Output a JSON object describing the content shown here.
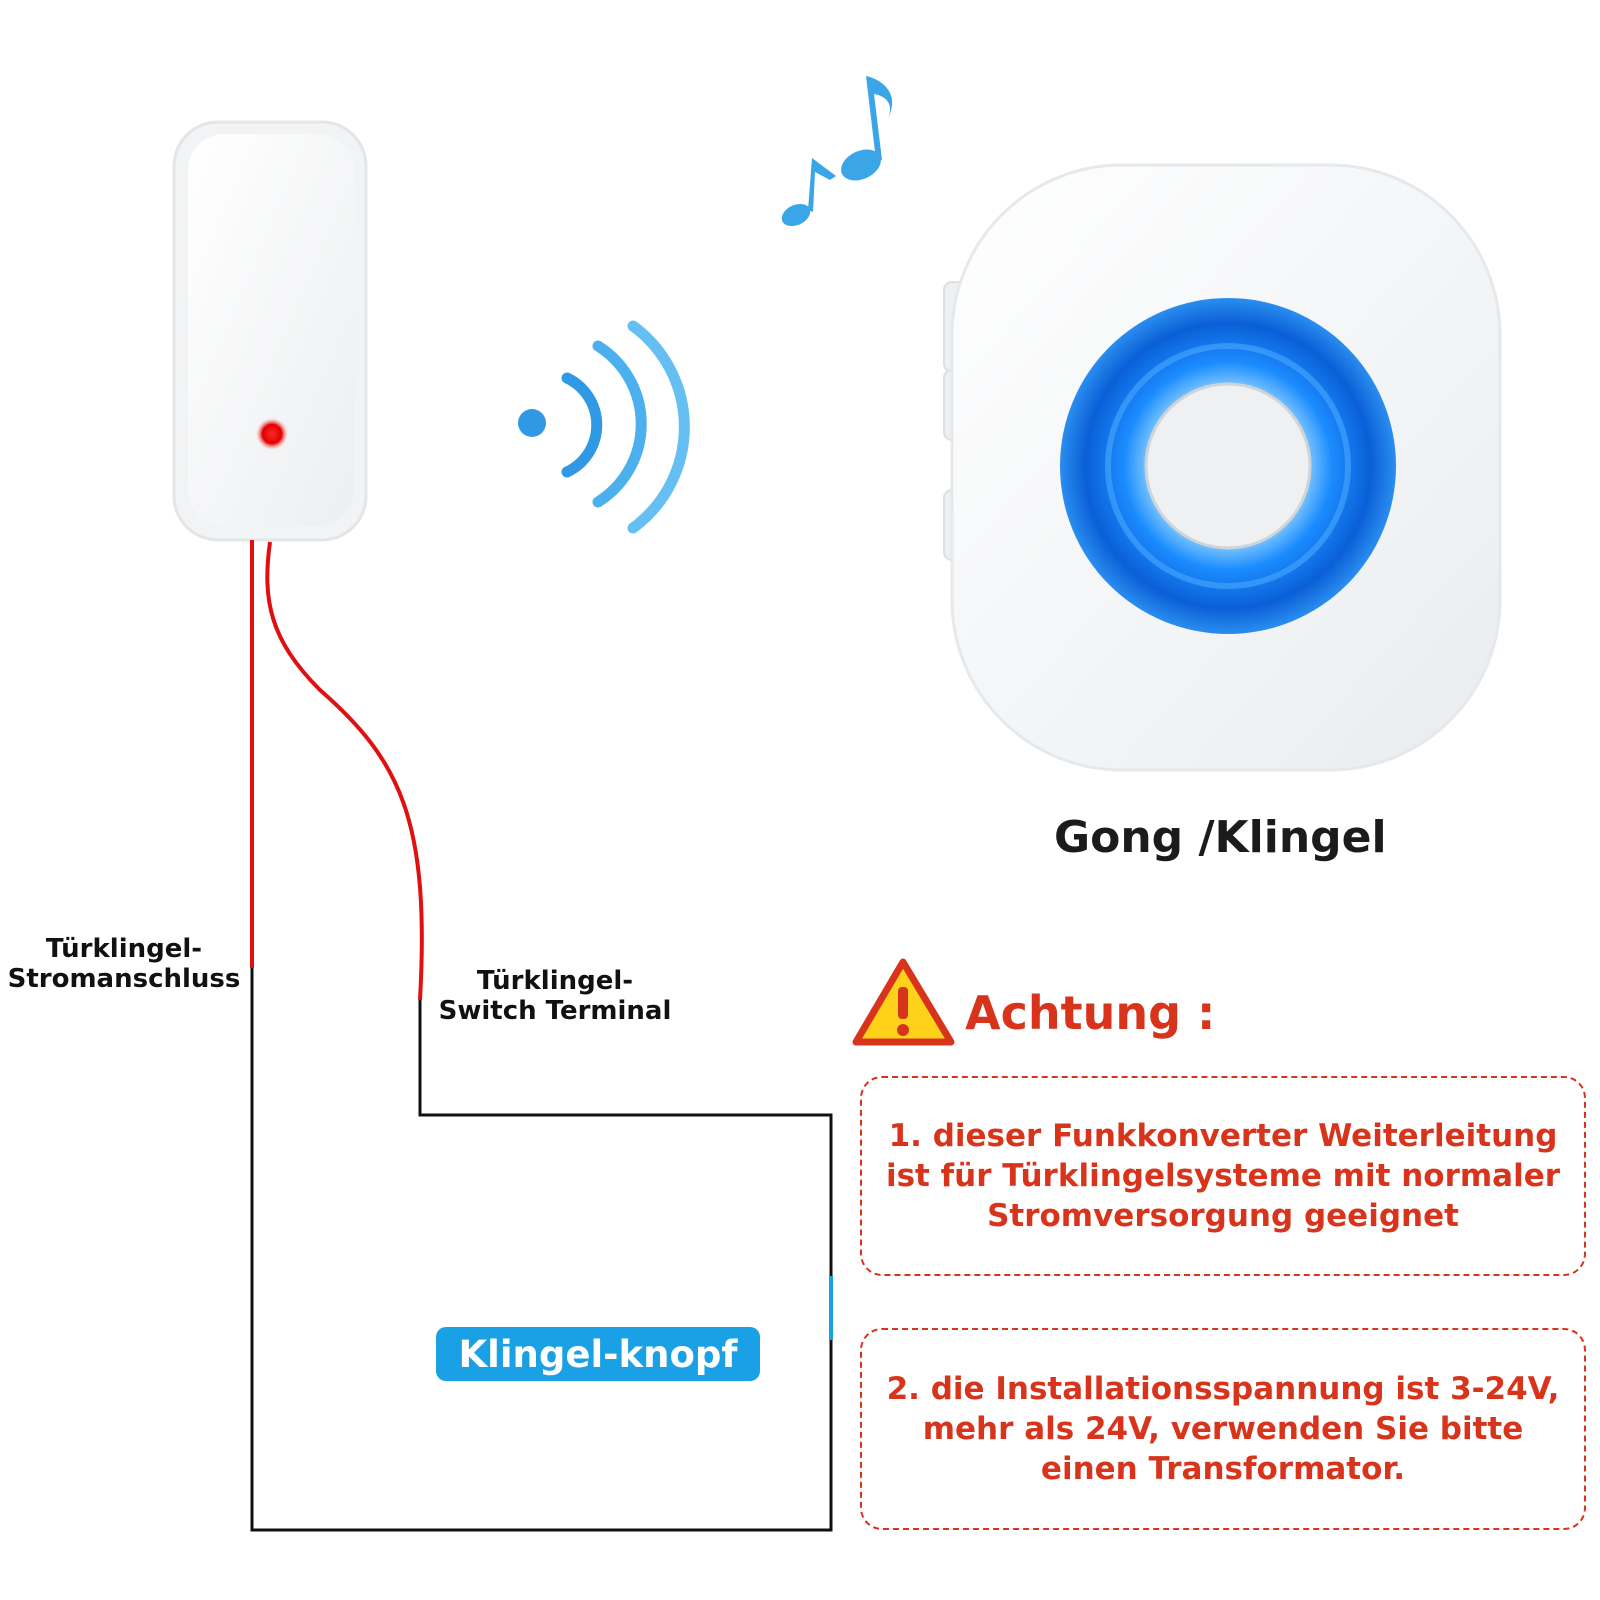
{
  "labels": {
    "power_terminal_line1": "Türklingel-",
    "power_terminal_line2": "Stromanschluss",
    "switch_terminal_line1": "Türklingel-",
    "switch_terminal_line2": "Switch Terminal",
    "gong": "Gong /Klingel",
    "button": "Klingel-knopf"
  },
  "warning": {
    "title": "Achtung :",
    "notes": [
      "1. dieser Funkkonverter Weiterleitung ist für Türklingelsysteme mit normaler Stromversorgung geeignet",
      "2. die Installationsspannung ist 3-24V, mehr als 24V, verwenden Sie bitte einen Transformator."
    ]
  },
  "colors": {
    "wire_red": "#e01010",
    "wire_black": "#111111",
    "signal_blue": "#3aa6e8",
    "warning_red": "#d8341c",
    "button_blue": "#1aa0e4",
    "chime_ring": "#1e90ff"
  },
  "icons": [
    "music-notes-icon",
    "wireless-signal-icon",
    "warning-triangle-icon"
  ]
}
